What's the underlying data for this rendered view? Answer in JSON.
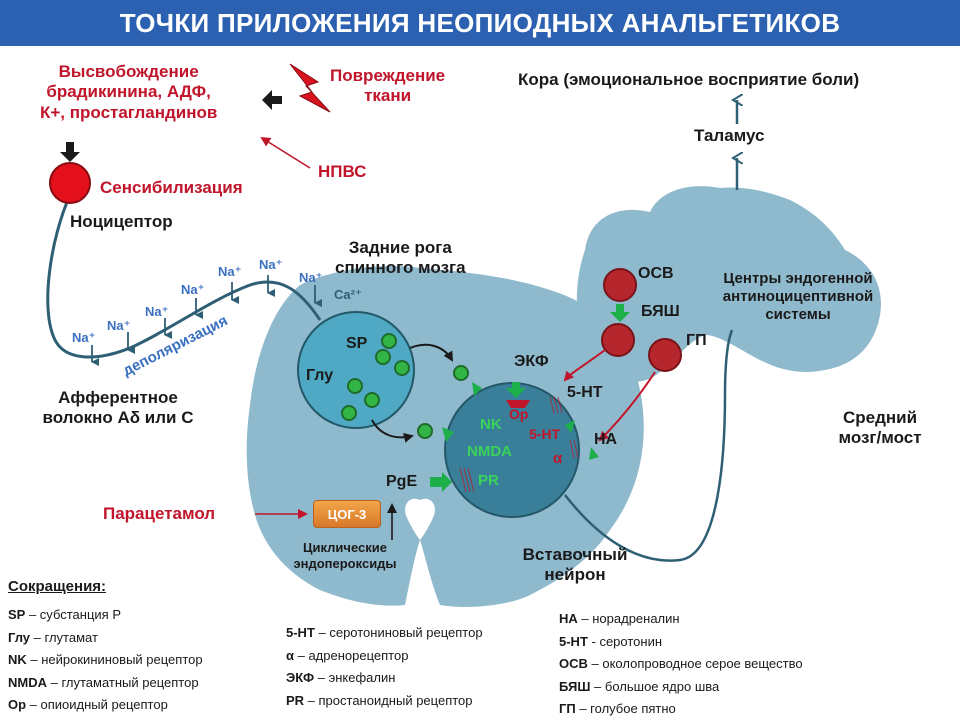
{
  "title": "ТОЧКИ ПРИЛОЖЕНИЯ НЕОПИОДНЫХ АНАЛЬГЕТИКОВ",
  "labels": {
    "release_1": "Высвобождение",
    "release_2": "брадикинина, АДФ,",
    "release_3": "К+, простагландинов",
    "damage_1": "Повреждение",
    "damage_2": "ткани",
    "nsaid": "НПВС",
    "sensitization": "Сенсибилизация",
    "nociceptor": "Ноцицептор",
    "cortex": "Кора (эмоциональное восприятие боли)",
    "thalamus": "Таламус",
    "dorsal_horn_1": "Задние рога",
    "dorsal_horn_2": "спинного мозга",
    "ca": "Ca²⁺",
    "depolarization": "деполяризация",
    "afferent_1": "Афферентное",
    "afferent_2": "волокно Аδ или С",
    "sp": "SP",
    "glu": "Глу",
    "ekf": "ЭКФ",
    "op": "Ор",
    "nk": "NK",
    "nmda": "NMDA",
    "pr": "PR",
    "ht_receptor": "5-HT",
    "alpha": "α",
    "ht": "5-НТ",
    "na": "НА",
    "pge": "PgE",
    "paracetamol": "Парацетамол",
    "cox3": "ЦОГ-3",
    "endoperox_1": "Циклические",
    "endoperox_2": "эндопероксиды",
    "interneuron_1": "Вставочный",
    "interneuron_2": "нейрон",
    "midbrain_1": "Средний",
    "midbrain_2": "мозг/мост",
    "centers_1": "Центры эндогенной",
    "centers_2": "антиноцицептивной",
    "centers_3": "системы",
    "osv": "ОСВ",
    "byash": "БЯШ",
    "gp": "ГП",
    "na_ion": "Na⁺"
  },
  "legend": {
    "title": "Сокращения:",
    "col1": [
      {
        "abbr": "SP",
        "text": " – субстанция Р"
      },
      {
        "abbr": "Глу",
        "text": " – глутамат"
      },
      {
        "abbr": "NK",
        "text": " – нейрокининовый рецептор"
      },
      {
        "abbr": "NMDA",
        "text": " – глутаматный рецептор"
      },
      {
        "abbr": "Ор",
        "text": " – опиоидный рецептор"
      }
    ],
    "col2": [
      {
        "abbr": "5-HT",
        "text": " – серотониновый рецептор"
      },
      {
        "abbr": "α",
        "text": " – адренорецептор"
      },
      {
        "abbr": "ЭКФ",
        "text": " – энкефалин"
      },
      {
        "abbr": "PR",
        "text": " – простаноидный рецептор"
      }
    ],
    "col3": [
      {
        "abbr": "НА",
        "text": " – норадреналин"
      },
      {
        "abbr": "5-НТ",
        "text": " - серотонин"
      },
      {
        "abbr": "ОСВ",
        "text": " – околопроводное серое вещество"
      },
      {
        "abbr": "БЯШ",
        "text": " – большое ядро шва"
      },
      {
        "abbr": "ГП",
        "text": " – голубое пятно"
      }
    ]
  },
  "colors": {
    "title_bg": "#2b61b0",
    "red_text": "#c0152b",
    "tissue": "#8fb9cc",
    "neuron": "#3a7f99",
    "presynaptic": "#4fa9c4",
    "nucleus": "#b5272d",
    "vesicle": "#32b545",
    "nerve": "#2f5f75"
  }
}
